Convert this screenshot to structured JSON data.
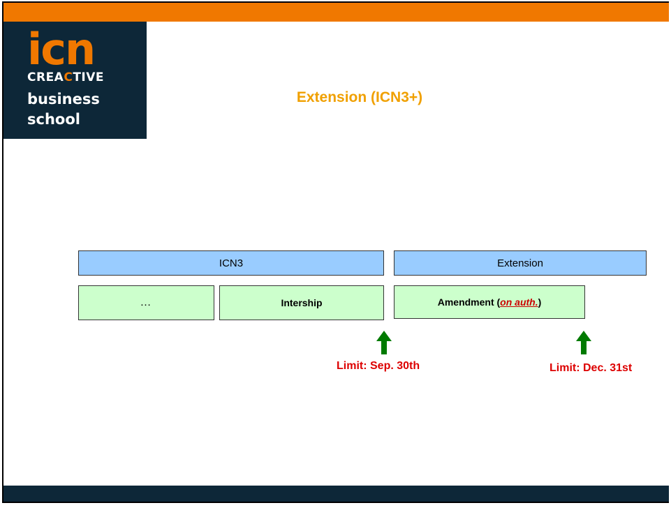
{
  "slide": {
    "title": "Extension (ICN3+)",
    "logo": {
      "line1": "icn",
      "line2_a": "CREA",
      "line2_b": "C",
      "line2_c": "TIVE",
      "line3": "business",
      "line4": "school"
    },
    "bars": {
      "icn3": "ICN3",
      "extension": "Extension"
    },
    "boxes": {
      "dots": "…",
      "intership": "Intership",
      "amendment_prefix": "Amendment (",
      "amendment_auth": "on auth.",
      "amendment_suffix": ")"
    },
    "limits": {
      "first": "Limit: Sep. 30th",
      "second": "Limit: Dec. 31st"
    },
    "colors": {
      "orange": "#f07800",
      "navy": "#0d2738",
      "title": "#f0a000",
      "blue_bar": "#99ccff",
      "green_box": "#ccffcc",
      "arrow": "#007a00",
      "limit_text": "#dd0000"
    },
    "icons": [
      "up-arrow-icon",
      "up-arrow-icon"
    ]
  }
}
